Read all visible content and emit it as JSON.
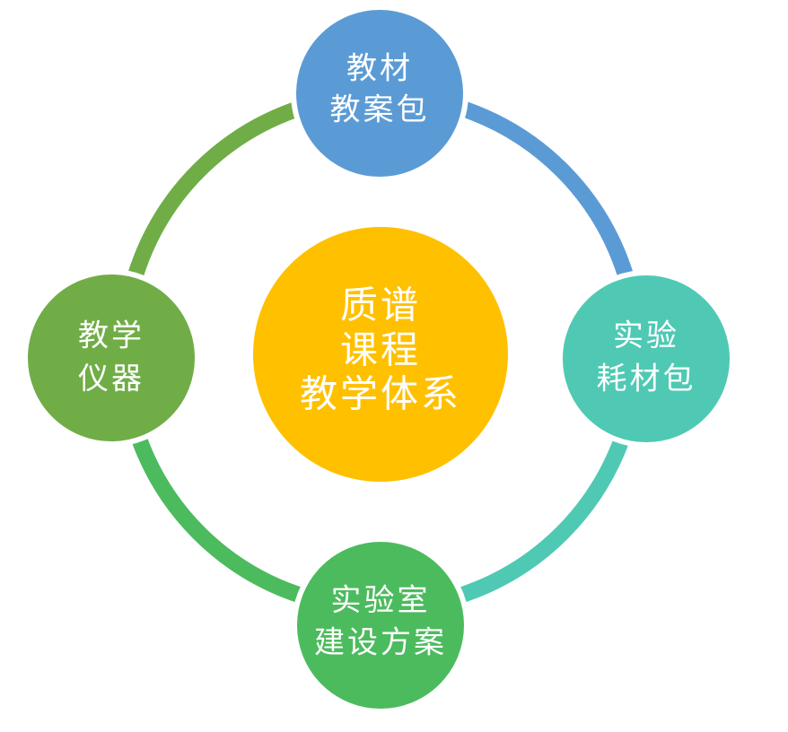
{
  "diagram": {
    "center": {
      "lines": [
        "质谱",
        "课程",
        "教学体系"
      ]
    },
    "top": {
      "lines": [
        "教材",
        "教案包"
      ]
    },
    "right": {
      "lines": [
        "实验",
        "耗材包"
      ]
    },
    "bottom": {
      "lines": [
        "实验室",
        "建设方案"
      ]
    },
    "left": {
      "lines": [
        "教学",
        "仪器"
      ]
    }
  },
  "colors": {
    "center": "#FFC000",
    "top": "#5B9BD5",
    "right": "#4FC9B4",
    "bottom": "#4CBB5E",
    "left": "#70AD47",
    "ring_top_right": "#5B9BD5",
    "ring_right_bottom": "#4FC9B4",
    "ring_bottom_left": "#4CBB5E",
    "ring_left_top": "#70AD47"
  }
}
